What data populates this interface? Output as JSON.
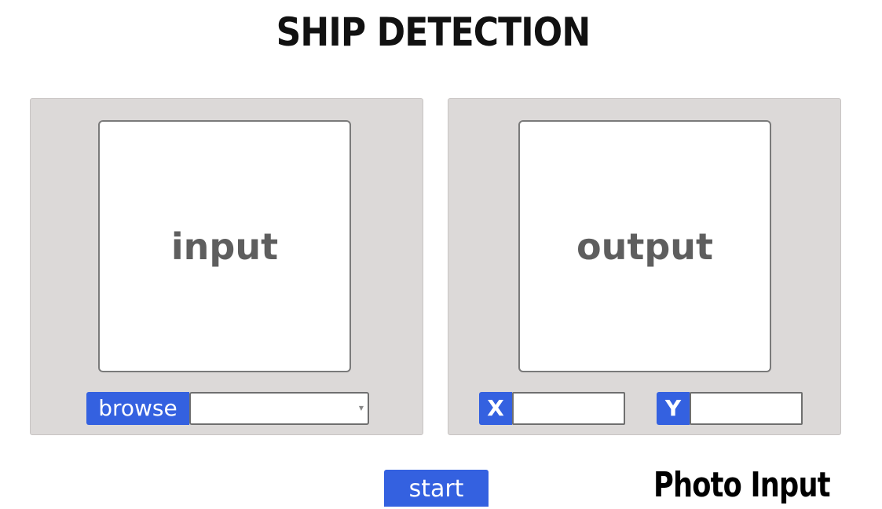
{
  "header": {
    "title": "SHIP DETECTION"
  },
  "input_panel": {
    "placeholder_label": "input",
    "browse_label": "browse",
    "file_select_value": "",
    "dropdown_icon": "caret-down-icon"
  },
  "output_panel": {
    "placeholder_label": "output",
    "x_label": "X",
    "x_value": "",
    "y_label": "Y",
    "y_value": ""
  },
  "actions": {
    "start_label": "start"
  },
  "caption": {
    "text": "Photo Input"
  },
  "colors": {
    "accent": "#3461e0",
    "panel_bg": "#dcd9d8",
    "placeholder_text": "#5e5e5e"
  }
}
